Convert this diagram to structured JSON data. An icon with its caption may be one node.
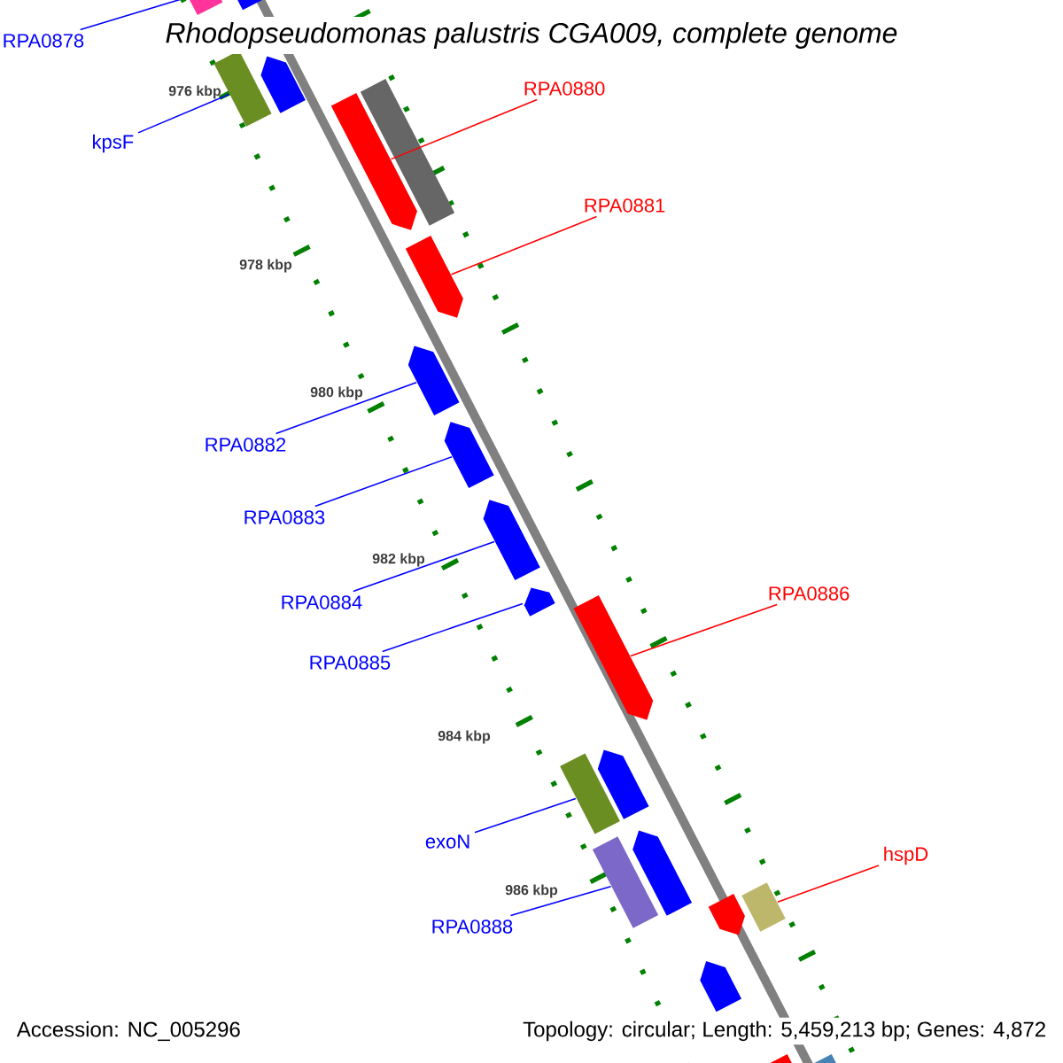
{
  "diagram": {
    "title": "Rhodopseudomonas palustris CGA009, complete genome",
    "nodes": [
      {
        "text": [
          "RPA0878"
        ]
      },
      {
        "text": [
          "kpsF"
        ]
      },
      {
        "text": [
          "RPA0880"
        ]
      },
      {
        "text": [
          "RPA0881"
        ]
      },
      {
        "text": [
          "RPA0882"
        ]
      },
      {
        "text": [
          "RPA0883"
        ]
      },
      {
        "text": [
          "RPA0884"
        ]
      },
      {
        "text": [
          "RPA0885"
        ]
      },
      {
        "text": [
          "RPA0886"
        ]
      },
      {
        "text": [
          "exoN"
        ]
      },
      {
        "text": [
          "RPA0888"
        ]
      },
      {
        "text": [
          "hspD"
        ]
      },
      {
        "text": [],
        "shape": "bar"
      },
      {
        "text": [],
        "shape": "bar"
      },
      {
        "text": [],
        "shape": "bar"
      },
      {
        "text": [],
        "shape": "bar"
      },
      {
        "text": [],
        "shape": "bar"
      },
      {
        "text": [],
        "shape": "bar"
      },
      {
        "text": [],
        "shape": "bar"
      },
      {
        "text": [],
        "shape": "bar"
      },
      {
        "text": [],
        "shape": "bar"
      },
      {
        "text": [],
        "shape": "bar"
      },
      {
        "text": [],
        "shape": "bar"
      },
      {
        "text": [],
        "shape": "bar"
      },
      {
        "text": [],
        "shape": "bar"
      },
      {
        "text": [],
        "shape": "bar"
      },
      {
        "text": [],
        "shape": "bar"
      },
      {
        "text": [],
        "shape": "bar"
      },
      {
        "text": [],
        "shape": "bar"
      },
      {
        "text": [],
        "shape": "bar"
      },
      {
        "text": [],
        "shape": "bar"
      },
      {
        "text": [],
        "shape": "bar"
      },
      {
        "text": [],
        "shape": "bar"
      }
    ],
    "edges": [
      {
        "from": 0,
        "to": 12,
        "arrow": "none"
      },
      {
        "from": 1,
        "to": 14,
        "arrow": "none"
      },
      {
        "from": 2,
        "to": 16,
        "arrow": "none",
        "color": "#ff0000"
      },
      {
        "from": 3,
        "to": 18,
        "arrow": "none",
        "color": "#ff0000"
      },
      {
        "from": 4,
        "to": 19,
        "arrow": "none"
      },
      {
        "from": 5,
        "to": 20,
        "arrow": "none"
      },
      {
        "from": 6,
        "to": 21,
        "arrow": "none"
      },
      {
        "from": 7,
        "to": 22,
        "arrow": "none"
      },
      {
        "from": 8,
        "to": 23,
        "arrow": "none",
        "color": "#ff0000"
      },
      {
        "from": 9,
        "to": 24,
        "arrow": "none"
      },
      {
        "from": 10,
        "to": 26,
        "arrow": "none"
      },
      {
        "from": 11,
        "to": 29,
        "arrow": "none",
        "color": "#ff0000"
      }
    ],
    "labels": [
      "976 kbp",
      "978 kbp",
      "980 kbp",
      "982 kbp",
      "984 kbp",
      "986 kbp",
      "Accession: NC_005296",
      "Topology: circular; Length: 5,459,213 bp; Genes: 4,872"
    ]
  }
}
